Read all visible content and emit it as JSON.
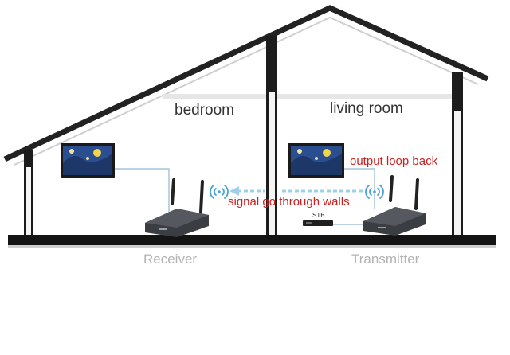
{
  "rooms": {
    "left": "bedroom",
    "right": "living room"
  },
  "annotations": {
    "signal": "signal go through walls",
    "loop": "output loop back",
    "stb": "STB"
  },
  "captions": {
    "receiver": "Receiver",
    "transmitter": "Transmitter"
  },
  "devices": {
    "receiver_icon": "wireless-receiver-icon",
    "transmitter_icon": "wireless-transmitter-icon",
    "tv_icon": "tv-icon",
    "stb_icon": "set-top-box-icon",
    "wifi_icon": "wifi-signal-icon"
  },
  "colors": {
    "roof": "#1a1a1a",
    "floor": "#111111",
    "signal_arrow": "#9fd0ea",
    "device_body": "#3a3d42",
    "annotation_red": "#cc1f1f",
    "caption_gray": "#b3b3b3"
  }
}
